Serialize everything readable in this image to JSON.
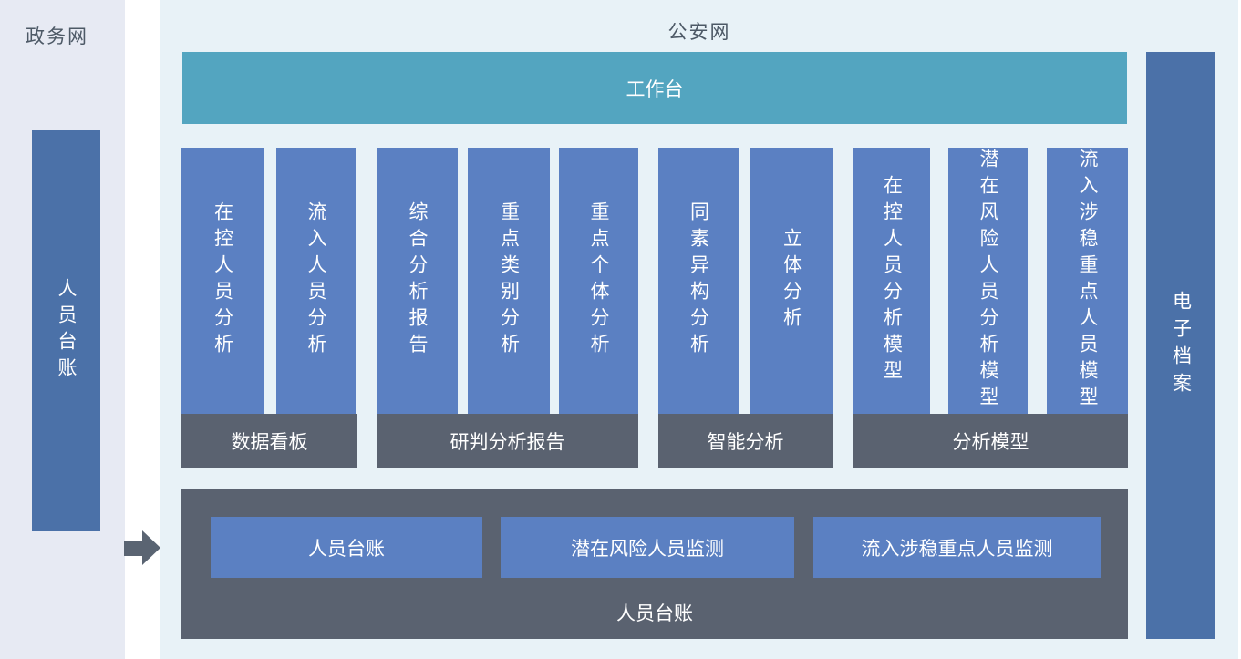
{
  "colors": {
    "left_panel_bg": "#e7eaf3",
    "right_panel_bg": "#e8f2f7",
    "module_blue": "#5b80c2",
    "deep_blue": "#4b71a8",
    "teal": "#53a5c0",
    "slate_grey": "#5a6270",
    "zone_title_text": "#4d5966",
    "module_text": "#ffffff"
  },
  "left_zone": {
    "title": "政务网",
    "bar_label": "人员台账"
  },
  "arrow_icon": "right-arrow",
  "right_zone": {
    "title": "公安网",
    "workbench_label": "工作台",
    "archive_label": "电子档案",
    "groups": [
      {
        "label": "数据看板",
        "bars": [
          "在控人员分析",
          "流入人员分析"
        ]
      },
      {
        "label": "研判分析报告",
        "bars": [
          "综合分析报告",
          "重点类别分析",
          "重点个体分析"
        ]
      },
      {
        "label": "智能分析",
        "bars": [
          "同素异构分析",
          "立体分析"
        ]
      },
      {
        "label": "分析模型",
        "bars": [
          "在控人员分析模型",
          "潜在风险人员分析模型",
          "流入涉稳重点人员模型"
        ]
      }
    ],
    "bottom_panel": {
      "label": "人员台账",
      "buttons": [
        "人员台账",
        "潜在风险人员监测",
        "流入涉稳重点人员监测"
      ]
    }
  }
}
